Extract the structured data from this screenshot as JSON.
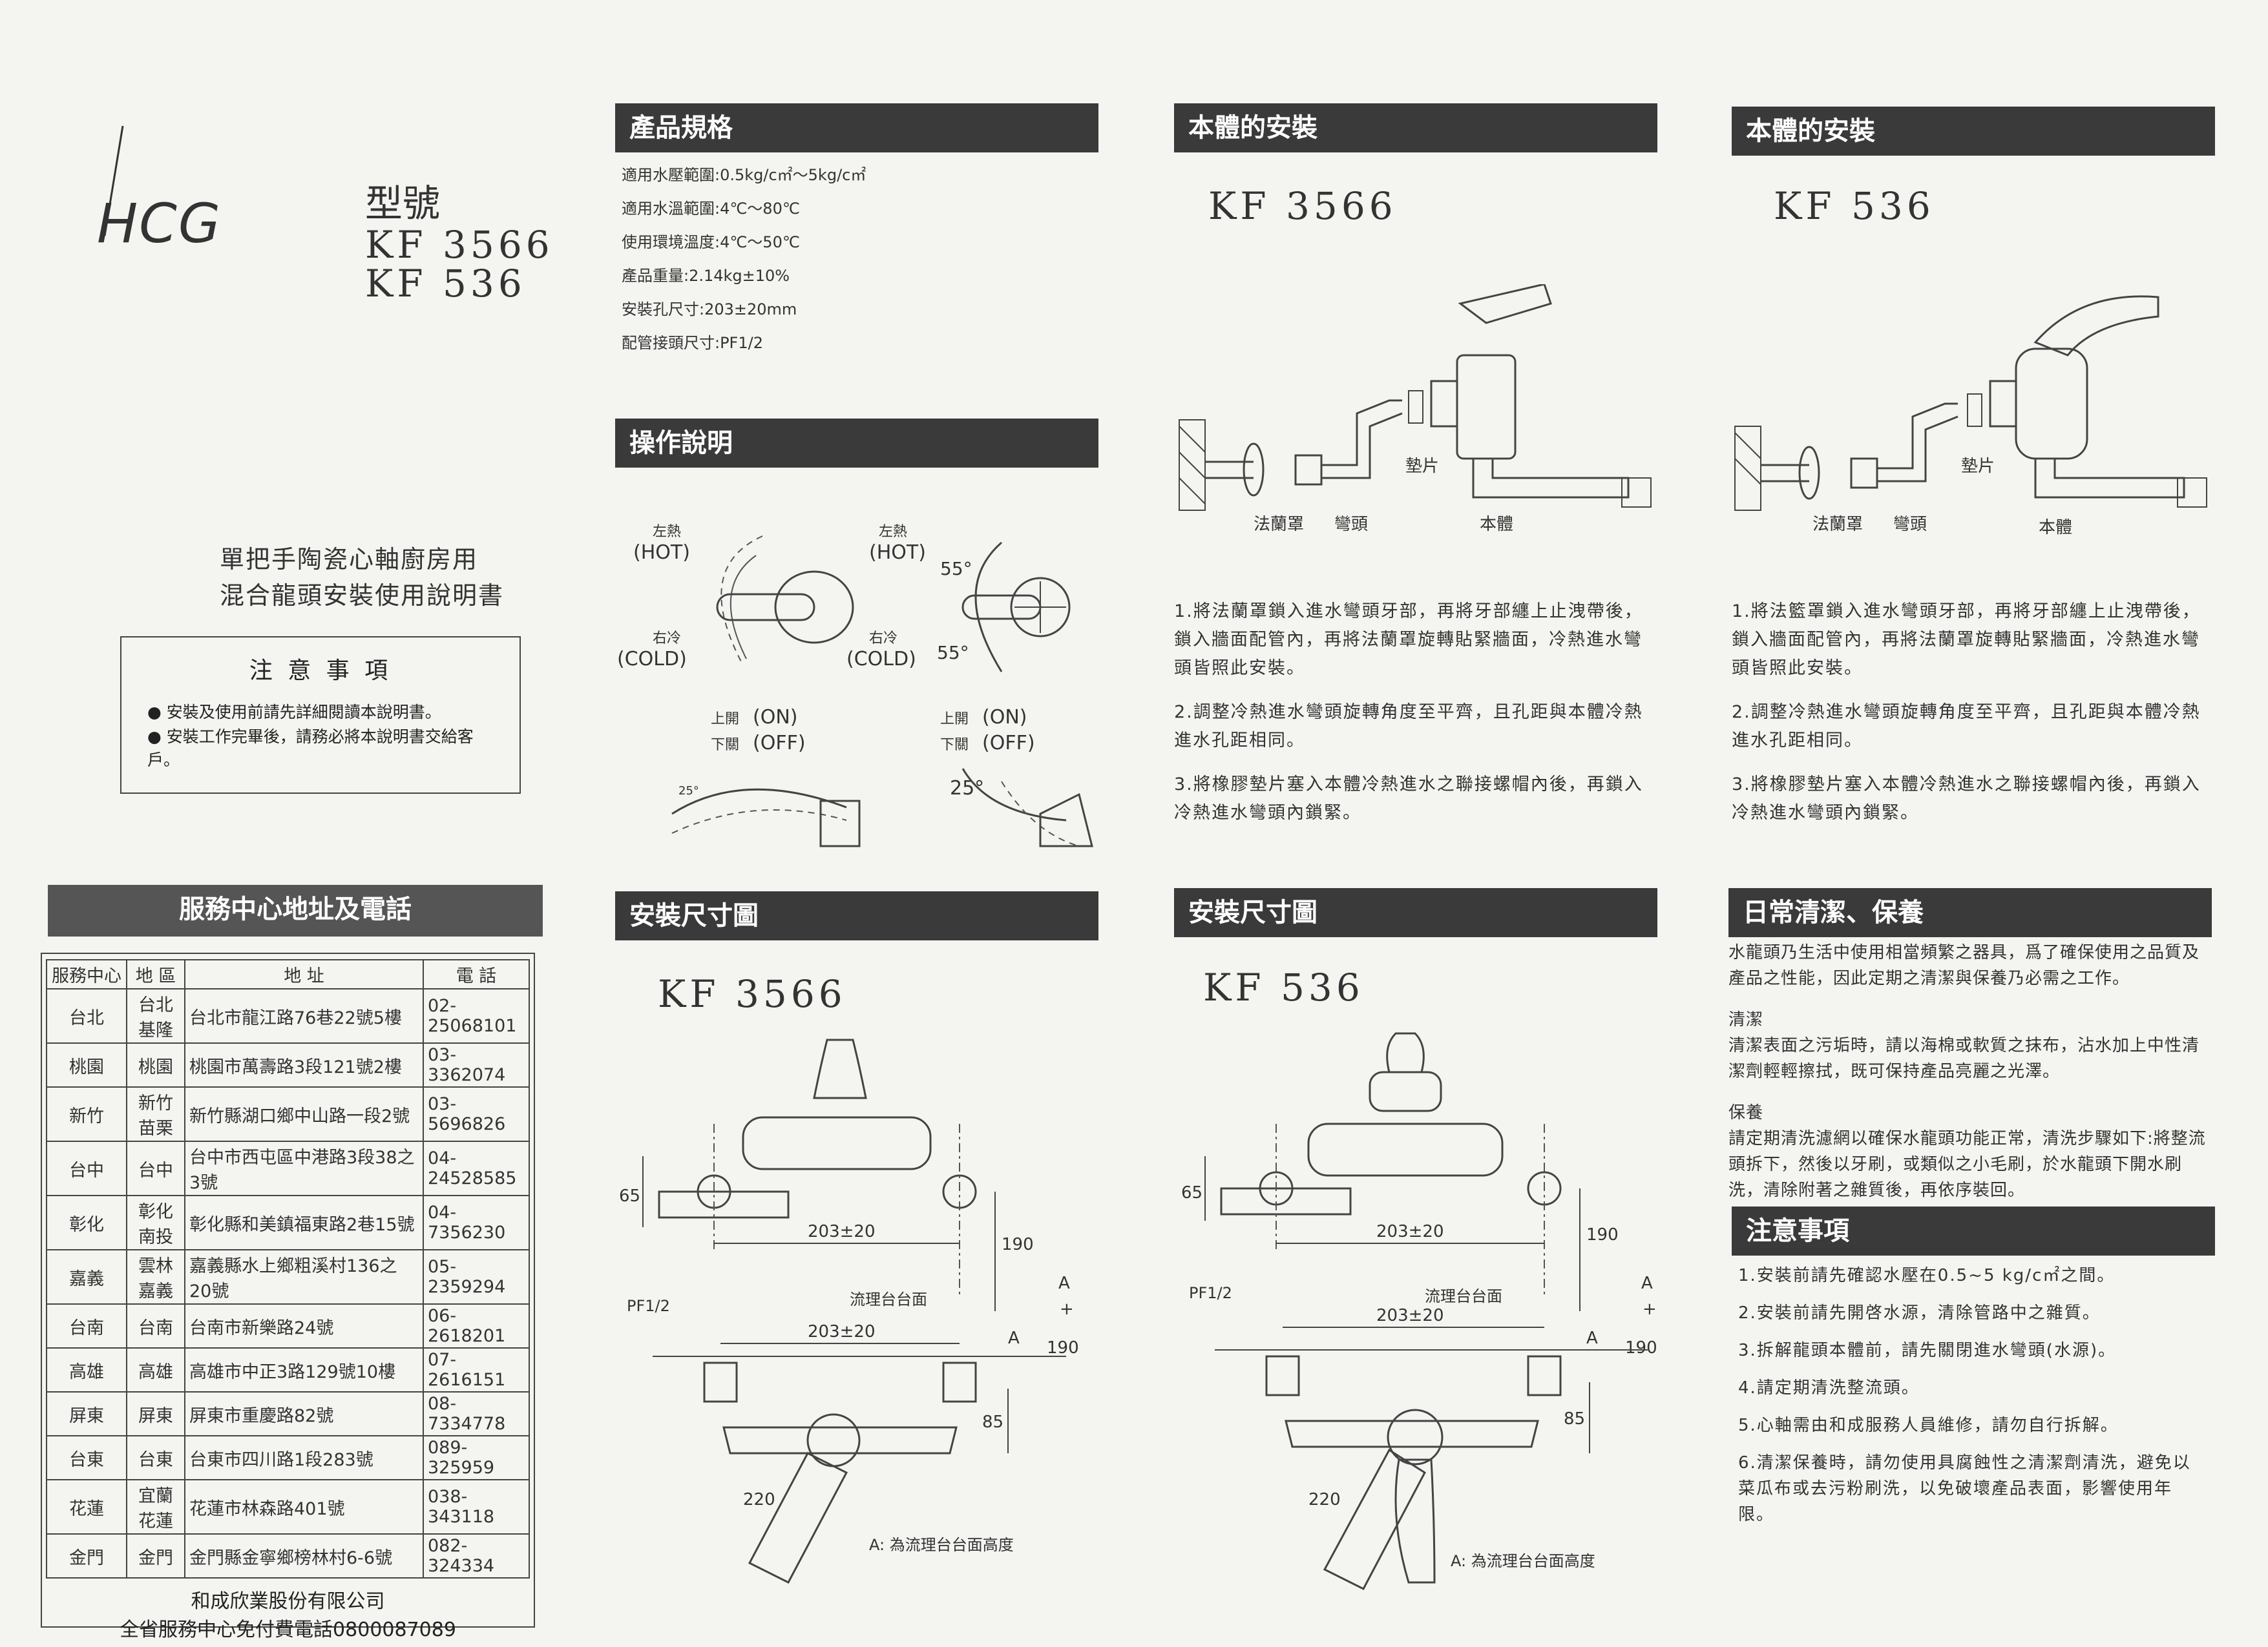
{
  "logo": {
    "text": "HCG"
  },
  "cover": {
    "model_label": "型號",
    "models": [
      "KF 3566",
      "KF 536"
    ],
    "title_lines": [
      "單把手陶瓷心軸廚房用",
      "混合龍頭安裝使用說明書"
    ],
    "notice_title": "注 意 事 項",
    "notice_items": [
      "安裝及使用前請先詳細閱讀本說明書。",
      "安裝工作完畢後，請務必將本說明書交給客戶。"
    ]
  },
  "service": {
    "heading": "服務中心地址及電話",
    "columns": [
      "服務中心",
      "地 區",
      "地 址",
      "電 話"
    ],
    "rows": [
      [
        "台北",
        "台北 基隆",
        "台北市龍江路76巷22號5樓",
        "02-25068101"
      ],
      [
        "桃園",
        "桃園",
        "桃園市萬壽路3段121號2樓",
        "03-3362074"
      ],
      [
        "新竹",
        "新竹 苗栗",
        "新竹縣湖口鄉中山路一段2號",
        "03-5696826"
      ],
      [
        "台中",
        "台中",
        "台中市西屯區中港路3段38之3號",
        "04-24528585"
      ],
      [
        "彰化",
        "彰化 南投",
        "彰化縣和美鎮福東路2巷15號",
        "04-7356230"
      ],
      [
        "嘉義",
        "雲林 嘉義",
        "嘉義縣水上鄉粗溪村136之20號",
        "05-2359294"
      ],
      [
        "台南",
        "台南",
        "台南市新樂路24號",
        "06-2618201"
      ],
      [
        "高雄",
        "高雄",
        "高雄市中正3路129號10樓",
        "07-2616151"
      ],
      [
        "屏東",
        "屏東",
        "屏東市重慶路82號",
        "08-7334778"
      ],
      [
        "台東",
        "台東",
        "台東市四川路1段283號",
        "089-325959"
      ],
      [
        "花蓮",
        "宜蘭 花蓮",
        "花蓮市林森路401號",
        "038-343118"
      ],
      [
        "金門",
        "金門",
        "金門縣金寧鄉榜林村6-6號",
        "082-324334"
      ]
    ],
    "company": "和成欣業股份有限公司",
    "hotline": "全省服務中心免付費電話0800087089"
  },
  "specs": {
    "heading": "產品規格",
    "items": [
      "適用水壓範圍:0.5kg/c㎡～5kg/c㎡",
      "適用水溫範圍:4℃～80℃",
      "使用環境溫度:4℃～50℃",
      "產品重量:2.14kg±10%",
      "安裝孔尺寸:203±20mm",
      "配管接頭尺寸:PF1/2"
    ]
  },
  "operation": {
    "heading": "操作說明",
    "hot": "左熱",
    "hot_en": "(HOT)",
    "cold": "右冷",
    "cold_en": "(COLD)",
    "on": "上開",
    "on_en": "(ON)",
    "off": "下關",
    "off_en": "(OFF)",
    "angle55": "55°",
    "angle25": "25°"
  },
  "install_3566": {
    "heading": "本體的安裝",
    "model": "KF 3566",
    "labels": {
      "gasket": "墊片",
      "flange": "法蘭罩",
      "elbow": "彎頭",
      "body": "本體"
    },
    "steps": [
      "1.將法蘭罩鎖入進水彎頭牙部，再將牙部纏上止洩帶後，鎖入牆面配管內，再將法蘭罩旋轉貼緊牆面，冷熱進水彎頭皆照此安裝。",
      "2.調整冷熱進水彎頭旋轉角度至平齊，且孔距與本體冷熱進水孔距相同。",
      "3.將橡膠墊片塞入本體冷熱進水之聯接螺帽內後，再鎖入冷熱進水彎頭內鎖緊。"
    ]
  },
  "install_536": {
    "heading": "本體的安裝",
    "model": "KF 536",
    "labels": {
      "gasket": "墊片",
      "flange": "法蘭罩",
      "elbow": "彎頭",
      "body": "本體"
    },
    "steps": [
      "1.將法籃罩鎖入進水彎頭牙部，再將牙部纏上止洩帶後，鎖入牆面配管內，再將法蘭罩旋轉貼緊牆面，冷熱進水彎頭皆照此安裝。",
      "2.調整冷熱進水彎頭旋轉角度至平齊，且孔距與本體冷熱進水孔距相同。",
      "3.將橡膠墊片塞入本體冷熱進水之聯接螺帽內後，再鎖入冷熱進水彎頭內鎖緊。"
    ]
  },
  "dim_3566": {
    "heading": "安裝尺寸圖",
    "model": "KF 3566",
    "d65": "65",
    "d203": "203±20",
    "d190": "190",
    "a": "A",
    "plus": "+",
    "pf": "PF1/2",
    "counter": "流理台台面",
    "d85": "85",
    "d220": "220",
    "note": "A: 為流理台台面高度"
  },
  "dim_536": {
    "heading": "安裝尺寸圖",
    "model": "KF 536",
    "d65": "65",
    "d203": "203±20",
    "d190": "190",
    "a": "A",
    "plus": "+",
    "pf": "PF1/2",
    "counter": "流理台台面",
    "d85": "85",
    "d220": "220",
    "note": "A: 為流理台台面高度"
  },
  "care": {
    "heading": "日常清潔、保養",
    "intro": "水龍頭乃生活中使用相當頻繁之器具，爲了確保使用之品質及產品之性能，因此定期之清潔與保養乃必需之工作。",
    "clean_title": "清潔",
    "clean_text": "清潔表面之污垢時，請以海棉或軟質之抹布，沾水加上中性清潔劑輕輕擦拭，既可保持產品亮麗之光澤。",
    "maint_title": "保養",
    "maint_text": "請定期清洗濾網以確保水龍頭功能正常，清洗步驟如下:將整流頭拆下，然後以牙刷，或類似之小毛刷，於水龍頭下開水刷洗，清除附著之雜質後，再依序裝回。"
  },
  "cautions": {
    "heading": "注意事項",
    "items": [
      "1.安裝前請先確認水壓在0.5~5 kg/c㎡之間。",
      "2.安裝前請先開啓水源，清除管路中之雜質。",
      "3.拆解龍頭本體前，請先關閉進水彎頭(水源)。",
      "4.請定期清洗整流頭。",
      "5.心軸需由和成服務人員維修，請勿自行拆解。",
      "6.清潔保養時，請勿使用具腐蝕性之清潔劑清洗，避免以菜瓜布或去污粉刷洗，以免破壞產品表面，影響使用年限。"
    ]
  }
}
